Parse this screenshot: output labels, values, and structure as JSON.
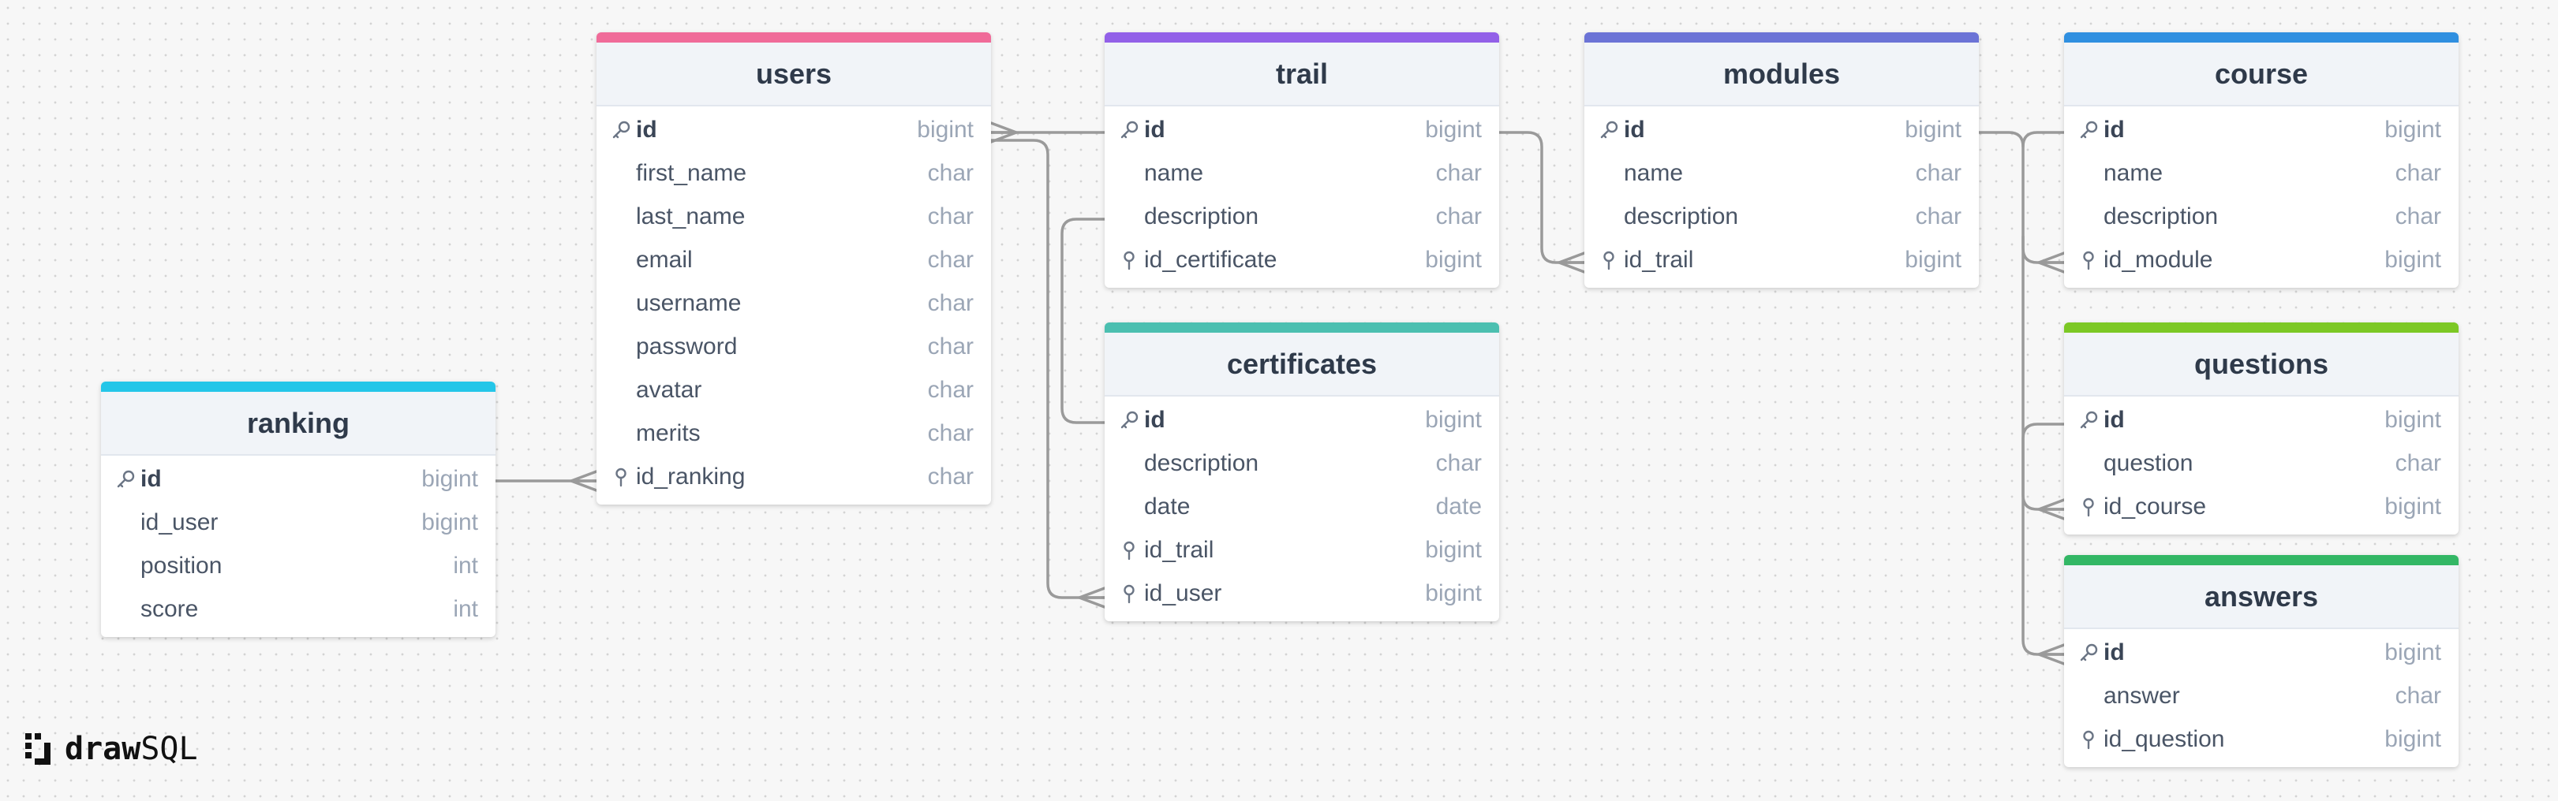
{
  "app": {
    "logo_bold": "draw",
    "logo_light": "SQL"
  },
  "colors": {
    "users": "#f06b99",
    "trail": "#9260e8",
    "modules": "#6b73d6",
    "course": "#2f8fe0",
    "certificates": "#4bbfb0",
    "questions": "#7cc825",
    "answers": "#33b765",
    "ranking": "#25c6e8",
    "line": "#9a9a9a"
  },
  "tables": {
    "users": {
      "title": "users",
      "columns": [
        {
          "name": "id",
          "type": "bigint",
          "key": "pk"
        },
        {
          "name": "first_name",
          "type": "char",
          "key": ""
        },
        {
          "name": "last_name",
          "type": "char",
          "key": ""
        },
        {
          "name": "email",
          "type": "char",
          "key": ""
        },
        {
          "name": "username",
          "type": "char",
          "key": ""
        },
        {
          "name": "password",
          "type": "char",
          "key": ""
        },
        {
          "name": "avatar",
          "type": "char",
          "key": ""
        },
        {
          "name": "merits",
          "type": "char",
          "key": ""
        },
        {
          "name": "id_ranking",
          "type": "char",
          "key": "fk"
        }
      ]
    },
    "trail": {
      "title": "trail",
      "columns": [
        {
          "name": "id",
          "type": "bigint",
          "key": "pk"
        },
        {
          "name": "name",
          "type": "char",
          "key": ""
        },
        {
          "name": "description",
          "type": "char",
          "key": ""
        },
        {
          "name": "id_certificate",
          "type": "bigint",
          "key": "fk"
        }
      ]
    },
    "modules": {
      "title": "modules",
      "columns": [
        {
          "name": "id",
          "type": "bigint",
          "key": "pk"
        },
        {
          "name": "name",
          "type": "char",
          "key": ""
        },
        {
          "name": "description",
          "type": "char",
          "key": ""
        },
        {
          "name": "id_trail",
          "type": "bigint",
          "key": "fk"
        }
      ]
    },
    "course": {
      "title": "course",
      "columns": [
        {
          "name": "id",
          "type": "bigint",
          "key": "pk"
        },
        {
          "name": "name",
          "type": "char",
          "key": ""
        },
        {
          "name": "description",
          "type": "char",
          "key": ""
        },
        {
          "name": "id_module",
          "type": "bigint",
          "key": "fk"
        }
      ]
    },
    "certificates": {
      "title": "certificates",
      "columns": [
        {
          "name": "id",
          "type": "bigint",
          "key": "pk"
        },
        {
          "name": "description",
          "type": "char",
          "key": ""
        },
        {
          "name": "date",
          "type": "date",
          "key": ""
        },
        {
          "name": "id_trail",
          "type": "bigint",
          "key": "fk"
        },
        {
          "name": "id_user",
          "type": "bigint",
          "key": "fk"
        }
      ]
    },
    "questions": {
      "title": "questions",
      "columns": [
        {
          "name": "id",
          "type": "bigint",
          "key": "pk"
        },
        {
          "name": "question",
          "type": "char",
          "key": ""
        },
        {
          "name": "id_course",
          "type": "bigint",
          "key": "fk"
        }
      ]
    },
    "answers": {
      "title": "answers",
      "columns": [
        {
          "name": "id",
          "type": "bigint",
          "key": "pk"
        },
        {
          "name": "answer",
          "type": "char",
          "key": ""
        },
        {
          "name": "id_question",
          "type": "bigint",
          "key": "fk"
        }
      ]
    },
    "ranking": {
      "title": "ranking",
      "columns": [
        {
          "name": "id",
          "type": "bigint",
          "key": "pk"
        },
        {
          "name": "id_user",
          "type": "bigint",
          "key": ""
        },
        {
          "name": "position",
          "type": "int",
          "key": ""
        },
        {
          "name": "score",
          "type": "int",
          "key": ""
        }
      ]
    }
  }
}
